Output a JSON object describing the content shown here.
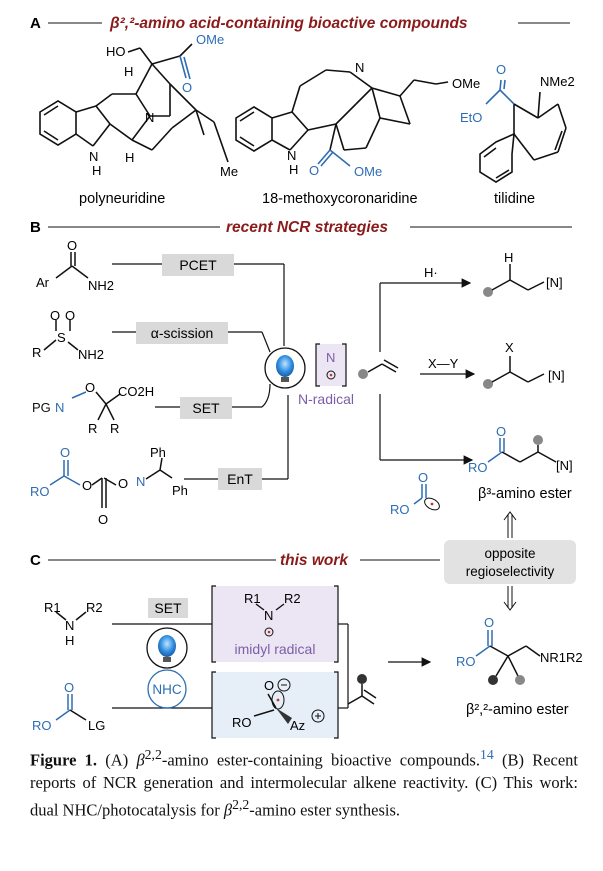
{
  "colors": {
    "dark_red": "#8b1a1a",
    "blue": "#2e6db4",
    "purple": "#7b5ea7",
    "gray_box": "#d9d9d9",
    "ester_box": "#e6eef8",
    "black": "#111111",
    "dot_gray": "#888888"
  },
  "section_a": {
    "letter": "A",
    "title": "β²,²-amino acid-containing bioactive compounds",
    "compounds": [
      {
        "name": "polyneuridine",
        "labels": [
          "HO",
          "OMe",
          "O",
          "H",
          "H",
          "N",
          "N",
          "H",
          "Me"
        ]
      },
      {
        "name": "18-methoxycoronaridine",
        "labels": [
          "N",
          "OMe",
          "N",
          "H",
          "O",
          "OMe"
        ]
      },
      {
        "name": "tilidine",
        "labels": [
          "NMe2",
          "O",
          "EtO"
        ]
      }
    ]
  },
  "section_b": {
    "letter": "B",
    "title": "recent NCR strategies",
    "substrates": [
      {
        "labels": [
          "O",
          "Ar",
          "NH2"
        ],
        "method": "PCET"
      },
      {
        "labels": [
          "O",
          "O",
          "S",
          "R",
          "NH2"
        ],
        "method": "α-scission"
      },
      {
        "labels": [
          "PGN",
          "O",
          "CO2H",
          "R",
          "R"
        ],
        "method": "SET"
      },
      {
        "labels": [
          "O",
          "RO",
          "O",
          "O",
          "N",
          "Ph",
          "Ph",
          "O"
        ],
        "method": "EnT"
      }
    ],
    "radical_box": "N",
    "radical_label": "N-radical",
    "products": [
      {
        "reagent": "H·",
        "labels": [
          "H",
          "[N]"
        ]
      },
      {
        "reagent": "X—Y",
        "labels": [
          "X",
          "[N]"
        ]
      },
      {
        "labels": [
          "O",
          "RO",
          "[N]"
        ],
        "name": "β³-amino ester"
      }
    ],
    "acyl_radical_labels": [
      "O",
      "RO"
    ]
  },
  "section_c": {
    "letter": "C",
    "title": "this work",
    "opposite": [
      "opposite",
      "regioselectivity"
    ],
    "set_label": "SET",
    "nhc_label": "NHC",
    "imidyl_labels": [
      "R1",
      "N",
      "R2"
    ],
    "imidyl_name": "imidyl radical",
    "amine_labels": [
      "R1",
      "N",
      "R2",
      "H"
    ],
    "ester_labels": [
      "O",
      "RO",
      "LG"
    ],
    "azolium_labels": [
      "O",
      "RO",
      "Az"
    ],
    "product_labels": [
      "O",
      "RO",
      "NR1R2"
    ],
    "product_name": "β²,²-amino ester"
  },
  "caption": {
    "figure_label": "Figure 1.",
    "text_1": " (A) ",
    "beta": "β",
    "sup": "2,2",
    "text_2": "-amino ester-containing bioactive compounds.",
    "ref": "14",
    "text_3": " (B) Recent reports of NCR generation and intermolecular alkene reactivity. (C) This work: dual NHC/photocatalysis for ",
    "text_4": "-amino ester synthesis."
  }
}
